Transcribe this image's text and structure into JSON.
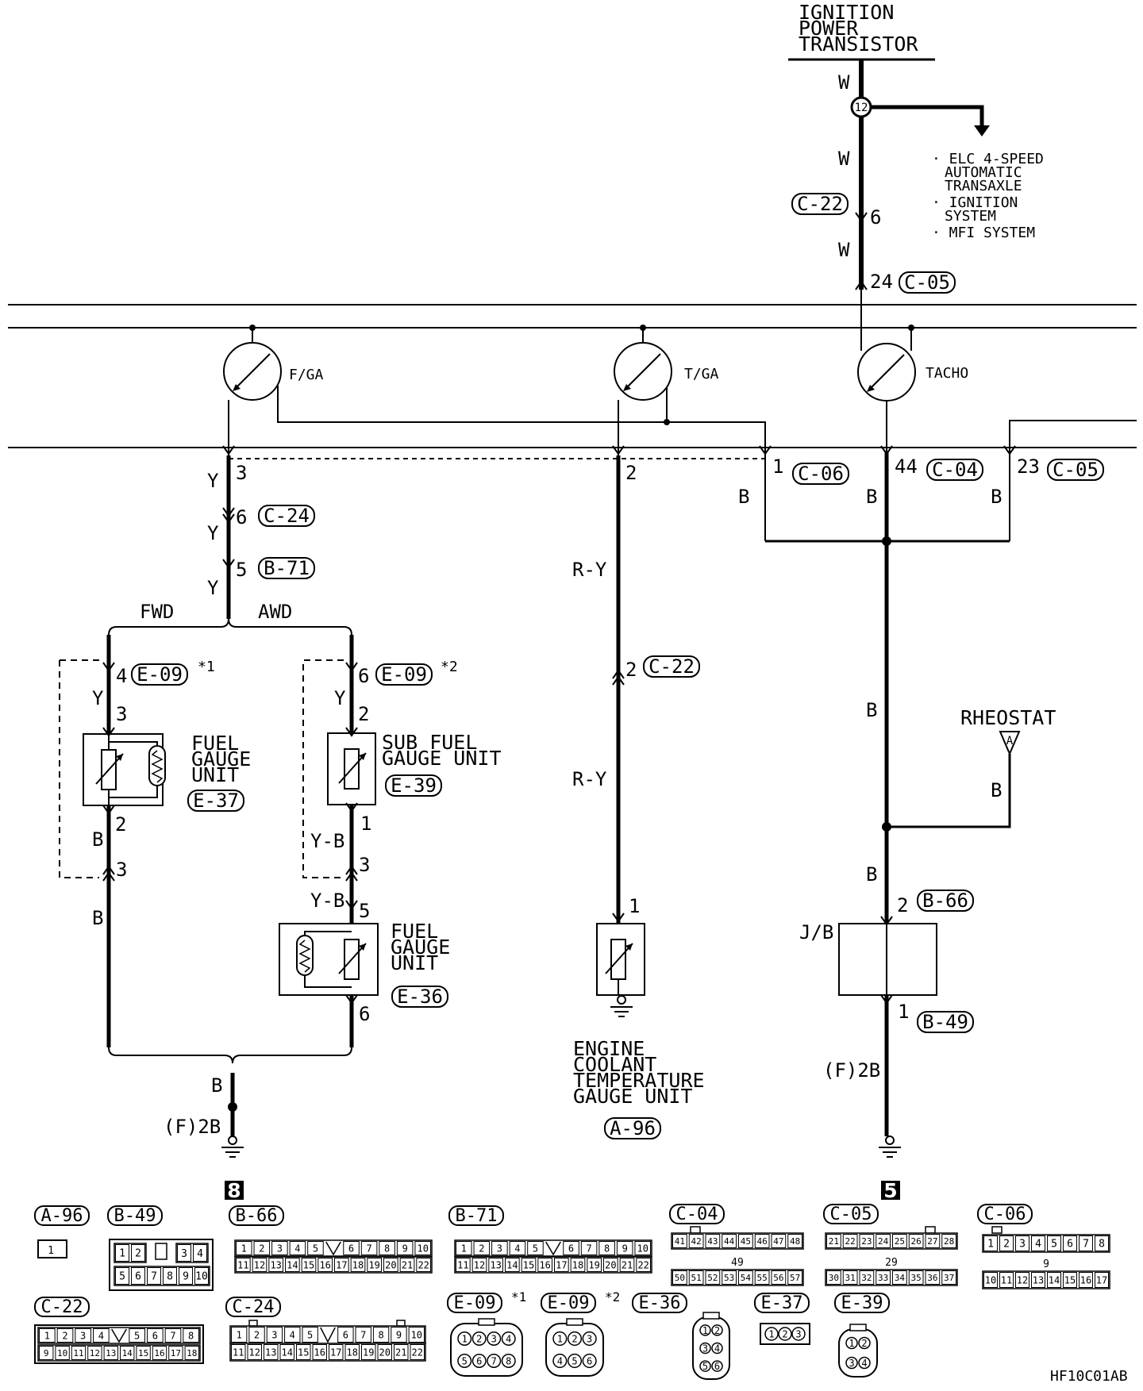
{
  "top_component": [
    "IGNITION",
    "POWER",
    "TRANSISTOR"
  ],
  "splice_number": "12",
  "systems_list": [
    "· ELC 4-SPEED",
    "AUTOMATIC",
    "TRANSAXLE",
    "· IGNITION",
    "SYSTEM",
    "· MFI SYSTEM"
  ],
  "wire_colors": {
    "w": "W",
    "y": "Y",
    "b": "B",
    "ry": "R-Y",
    "yb": "Y-B"
  },
  "pins": {
    "c22_top": "6",
    "c05_top": "24",
    "fga": "3",
    "tga": "2",
    "c06": "1",
    "c04": "44",
    "c05_r": "23",
    "c24": "6",
    "b71": "5",
    "e09_1": "4",
    "e37_in": "3",
    "e37_out": "2",
    "e09_1_out": "3",
    "e09_2": "6",
    "e39_in": "2",
    "e39_out": "1",
    "e09_2_out": "3",
    "e36_in": "5",
    "e36_out": "6",
    "c22_mid": "2",
    "a96": "1",
    "b66": "2",
    "b49": "1"
  },
  "connectors": {
    "c22": "C-22",
    "c05": "C-05",
    "c06": "C-06",
    "c04": "C-04",
    "c24": "C-24",
    "b71": "B-71",
    "e09": "E-09",
    "e37": "E-37",
    "e39": "E-39",
    "e36": "E-36",
    "a96": "A-96",
    "b66": "B-66",
    "b49": "B-49"
  },
  "gauges": {
    "fga": "F/GA",
    "tga": "T/GA",
    "tacho": "TACHO"
  },
  "variants": {
    "fwd": "FWD",
    "awd": "AWD",
    "note1": "*1",
    "note2": "*2"
  },
  "components": {
    "fuel_gauge_unit": [
      "FUEL",
      "GAUGE",
      "UNIT"
    ],
    "sub_fuel_gauge_unit": [
      "SUB FUEL",
      "GAUGE UNIT"
    ],
    "engine_coolant": [
      "ENGINE",
      "COOLANT",
      "TEMPERATURE",
      "GAUGE UNIT"
    ],
    "rheostat": "RHEOSTAT",
    "rheostat_marker": "A",
    "junction_block": "J/B"
  },
  "grounds": {
    "label": "(F)2B",
    "badge_left": "8",
    "badge_right": "5"
  },
  "connector_views": {
    "a96_pin": "1",
    "b49_top": [
      "1",
      "2",
      "3",
      "4"
    ],
    "b49_bottom": [
      "5",
      "6",
      "7",
      "8",
      "9",
      "10"
    ],
    "c04_top": [
      "41",
      "42",
      "43",
      "44",
      "45",
      "46",
      "47",
      "48"
    ],
    "c04_mid": "49",
    "c04_bottom": [
      "50",
      "51",
      "52",
      "53",
      "54",
      "55",
      "56",
      "57"
    ],
    "c05_top": [
      "21",
      "22",
      "23",
      "24",
      "25",
      "26",
      "27",
      "28"
    ],
    "c05_mid": "29",
    "c05_bottom": [
      "30",
      "31",
      "32",
      "33",
      "34",
      "35",
      "36",
      "37"
    ],
    "c06_top": [
      "1",
      "2",
      "3",
      "4",
      "5",
      "6",
      "7",
      "8"
    ],
    "c06_mid": "9",
    "c06_bottom": [
      "10",
      "11",
      "12",
      "13",
      "14",
      "15",
      "16",
      "17"
    ],
    "c22_top": [
      "1",
      "2",
      "3",
      "4",
      "5",
      "6",
      "7",
      "8"
    ],
    "c22_bottom": [
      "9",
      "10",
      "11",
      "12",
      "13",
      "14",
      "15",
      "16",
      "17",
      "18"
    ],
    "e09_1_pins": [
      "1",
      "2",
      "3",
      "4",
      "5",
      "6",
      "7",
      "8"
    ],
    "e09_2_pins": [
      "1",
      "2",
      "3",
      "4",
      "5",
      "6"
    ],
    "e36_pins": [
      "1",
      "2",
      "3",
      "4",
      "5",
      "6"
    ],
    "e37_pins": [
      "1",
      "2",
      "3"
    ],
    "e39_pins": [
      "1",
      "2",
      "3",
      "4"
    ],
    "long22_top": [
      "1",
      "2",
      "3",
      "4",
      "5",
      "6",
      "7",
      "8",
      "9",
      "10"
    ],
    "long22_bottom": [
      "11",
      "12",
      "13",
      "14",
      "15",
      "16",
      "17",
      "18",
      "19",
      "20",
      "21",
      "22"
    ]
  },
  "figure_code": "HF10C01AB"
}
